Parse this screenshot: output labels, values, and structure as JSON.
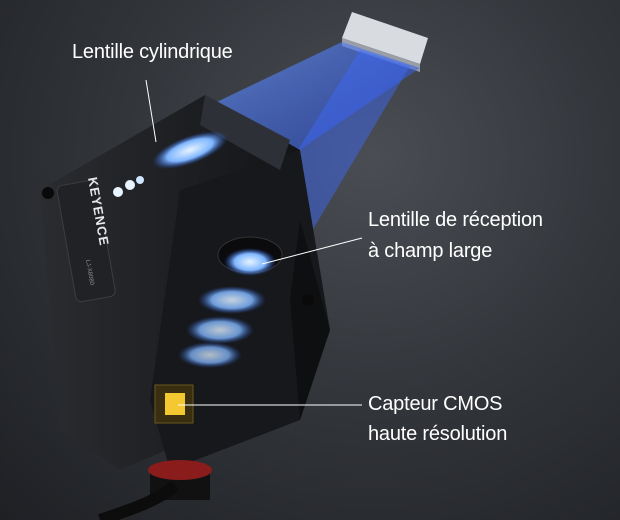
{
  "labels": {
    "cylindrical_lens": "Lentille cylindrique",
    "receiver_lens_line1": "Lentille de réception",
    "receiver_lens_line2": "à champ large",
    "cmos_line1": "Capteur CMOS",
    "cmos_line2": "haute résolution"
  },
  "device": {
    "brand": "KEYENCE",
    "model": "LJ-X8080"
  },
  "colors": {
    "beam": "#2a5cff",
    "device_body": "#1b1c1f",
    "label_text": "#ffffff"
  }
}
